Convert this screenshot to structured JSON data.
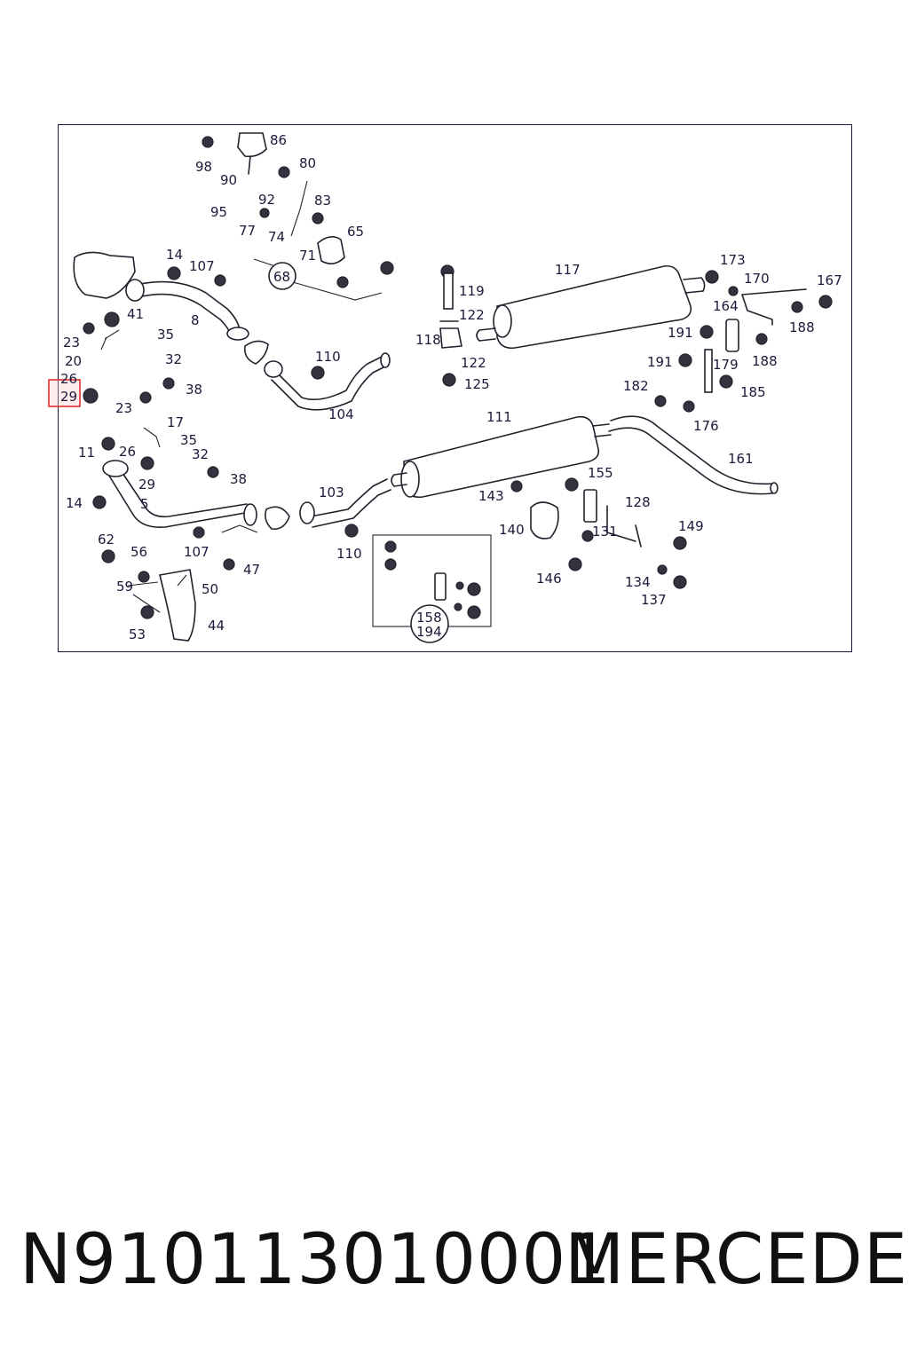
{
  "diagram": {
    "highlighted_label": "29",
    "labels": [
      {
        "id": "l86",
        "text": "86"
      },
      {
        "id": "l98",
        "text": "98"
      },
      {
        "id": "l80",
        "text": "80"
      },
      {
        "id": "l90",
        "text": "90"
      },
      {
        "id": "l92",
        "text": "92"
      },
      {
        "id": "l83",
        "text": "83"
      },
      {
        "id": "l95",
        "text": "95"
      },
      {
        "id": "l77",
        "text": "77"
      },
      {
        "id": "l74",
        "text": "74"
      },
      {
        "id": "l65",
        "text": "65"
      },
      {
        "id": "l71",
        "text": "71"
      },
      {
        "id": "l68",
        "text": "68"
      },
      {
        "id": "l14a",
        "text": "14"
      },
      {
        "id": "l107a",
        "text": "107"
      },
      {
        "id": "l117",
        "text": "117"
      },
      {
        "id": "l173",
        "text": "173"
      },
      {
        "id": "l170",
        "text": "170"
      },
      {
        "id": "l167",
        "text": "167"
      },
      {
        "id": "l119",
        "text": "119"
      },
      {
        "id": "l41",
        "text": "41"
      },
      {
        "id": "l8",
        "text": "8"
      },
      {
        "id": "l122a",
        "text": "122"
      },
      {
        "id": "l164",
        "text": "164"
      },
      {
        "id": "l23a",
        "text": "23"
      },
      {
        "id": "l35a",
        "text": "35"
      },
      {
        "id": "l118",
        "text": "118"
      },
      {
        "id": "l191a",
        "text": "191"
      },
      {
        "id": "l188a",
        "text": "188"
      },
      {
        "id": "l20",
        "text": "20"
      },
      {
        "id": "l110a",
        "text": "110"
      },
      {
        "id": "l32a",
        "text": "32"
      },
      {
        "id": "l122b",
        "text": "122"
      },
      {
        "id": "l191b",
        "text": "191"
      },
      {
        "id": "l179",
        "text": "179"
      },
      {
        "id": "l188b",
        "text": "188"
      },
      {
        "id": "l26a",
        "text": "26"
      },
      {
        "id": "l125",
        "text": "125"
      },
      {
        "id": "l38a",
        "text": "38"
      },
      {
        "id": "l182",
        "text": "182"
      },
      {
        "id": "l185",
        "text": "185"
      },
      {
        "id": "l23b",
        "text": "23"
      },
      {
        "id": "l104",
        "text": "104"
      },
      {
        "id": "l111",
        "text": "111"
      },
      {
        "id": "l17",
        "text": "17"
      },
      {
        "id": "l176",
        "text": "176"
      },
      {
        "id": "l35b",
        "text": "35"
      },
      {
        "id": "l11",
        "text": "11"
      },
      {
        "id": "l26b",
        "text": "26"
      },
      {
        "id": "l161",
        "text": "161"
      },
      {
        "id": "l32b",
        "text": "32"
      },
      {
        "id": "l155",
        "text": "155"
      },
      {
        "id": "l38b",
        "text": "38"
      },
      {
        "id": "l29b",
        "text": "29"
      },
      {
        "id": "l103",
        "text": "103"
      },
      {
        "id": "l143",
        "text": "143"
      },
      {
        "id": "l14b",
        "text": "14"
      },
      {
        "id": "l5",
        "text": "5"
      },
      {
        "id": "l128",
        "text": "128"
      },
      {
        "id": "l140",
        "text": "140"
      },
      {
        "id": "l131",
        "text": "131"
      },
      {
        "id": "l149",
        "text": "149"
      },
      {
        "id": "l110b",
        "text": "110"
      },
      {
        "id": "l107b",
        "text": "107"
      },
      {
        "id": "l62",
        "text": "62"
      },
      {
        "id": "l56",
        "text": "56"
      },
      {
        "id": "l47",
        "text": "47"
      },
      {
        "id": "l146",
        "text": "146"
      },
      {
        "id": "l134",
        "text": "134"
      },
      {
        "id": "l59",
        "text": "59"
      },
      {
        "id": "l50",
        "text": "50"
      },
      {
        "id": "l158",
        "text": "158"
      },
      {
        "id": "l194",
        "text": "194"
      },
      {
        "id": "l137",
        "text": "137"
      },
      {
        "id": "l44",
        "text": "44"
      },
      {
        "id": "l53",
        "text": "53"
      }
    ]
  },
  "footer": {
    "part_number": "N910113010001",
    "brand": "MERCEDES"
  }
}
